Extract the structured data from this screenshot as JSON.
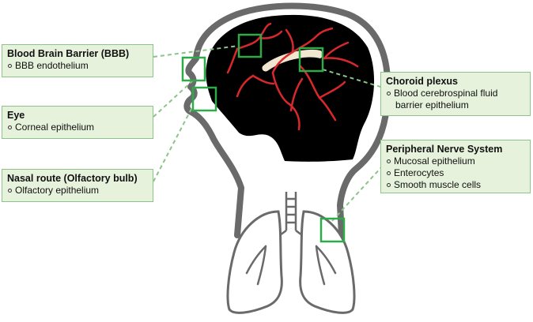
{
  "callouts": {
    "bbb": {
      "title": "Blood Brain Barrier (BBB)",
      "items": [
        "BBB endothelium"
      ]
    },
    "eye": {
      "title": "Eye",
      "items": [
        "Corneal epithelium"
      ]
    },
    "nasal": {
      "title": "Nasal route (Olfactory bulb)",
      "items": [
        "Olfactory epithelium"
      ]
    },
    "choroid": {
      "title": "Choroid plexus",
      "items": [
        "Blood cerebrospinal fluid",
        "barrier epithelium"
      ]
    },
    "pns": {
      "title": "Peripheral Nerve System",
      "items": [
        "Mucosal epithelium",
        "Enterocytes",
        "Smooth muscle cells"
      ]
    }
  },
  "colors": {
    "callout_fill": "#e6f2dc",
    "callout_border": "#8cc48a",
    "marker_green": "#2eaa48",
    "vessel_red": "#d9282b",
    "ventricle": "#f1e6d0",
    "outline_gray": "#6a6a6a"
  }
}
